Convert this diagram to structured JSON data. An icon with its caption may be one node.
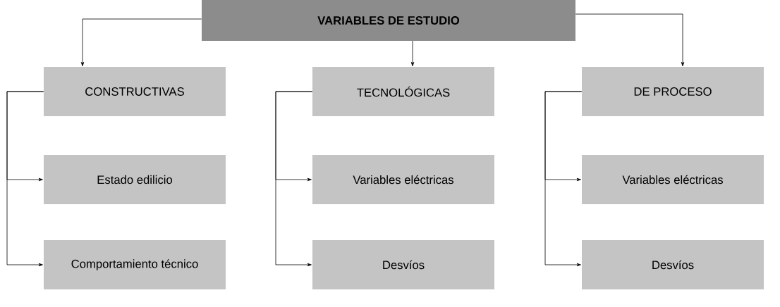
{
  "diagram": {
    "nodes": [
      {
        "text": [
          "VARIABLES DE ESTUDIO"
        ]
      },
      {
        "text": [
          "CONSTRUCTIVAS"
        ]
      },
      {
        "text": [
          "Estado edilicio"
        ]
      },
      {
        "text": [
          "Comportamiento técnico"
        ]
      },
      {
        "text": [
          "TECNOLÓGICAS"
        ]
      },
      {
        "text": [
          "Variables eléctricas"
        ]
      },
      {
        "text": [
          "Desvíos"
        ]
      },
      {
        "text": [
          "DE PROCESO"
        ]
      },
      {
        "text": [
          "Variables eléctricas"
        ]
      },
      {
        "text": [
          "Desvíos"
        ]
      }
    ],
    "edges": [
      {
        "from": 0,
        "to": 1,
        "arrow": "to"
      },
      {
        "from": 0,
        "to": 4,
        "arrow": "to"
      },
      {
        "from": 0,
        "to": 7,
        "arrow": "to"
      },
      {
        "from": 1,
        "to": 2,
        "arrow": "to"
      },
      {
        "from": 1,
        "to": 3,
        "arrow": "to"
      },
      {
        "from": 4,
        "to": 5,
        "arrow": "to"
      },
      {
        "from": 4,
        "to": 6,
        "arrow": "to"
      },
      {
        "from": 7,
        "to": 8,
        "arrow": "to"
      },
      {
        "from": 7,
        "to": 9,
        "arrow": "to"
      }
    ]
  }
}
